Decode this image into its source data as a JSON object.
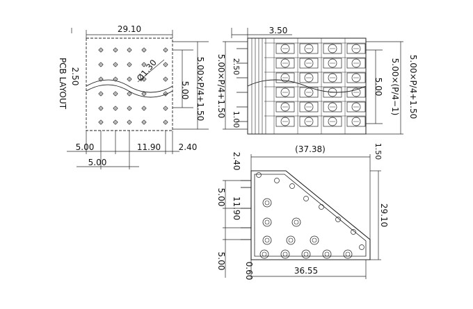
{
  "layout_view": {
    "title": "PCB LAYOUT",
    "width_top": "29.10",
    "hole_diameter": "Ø1.30",
    "pitch_left": "2.50",
    "dim_right_inner": "5.00",
    "dim_right_outer": "5.00×P/4+1.50",
    "bottom_a": "5.00",
    "bottom_b": "11.90",
    "bottom_c": "2.40",
    "bottom_d": "5.00"
  },
  "side_view": {
    "top_dim": "3.50",
    "left_pitch": "2.50",
    "left_dim": "5.00×P/4+1.50",
    "left_small": "1.00",
    "right_inner": "5.00",
    "right_outer": "5.00×(P/4−1)",
    "right_small": "1.50"
  },
  "front_view": {
    "overall_width": "(37.38)",
    "left_dim_top": "2.40",
    "left_dim_a": "11.90",
    "left_dim_b": "5.00",
    "left_dim_c": "5.00",
    "bottom_small": "0.60",
    "bottom_width": "36.55",
    "right_height": "29.10"
  }
}
